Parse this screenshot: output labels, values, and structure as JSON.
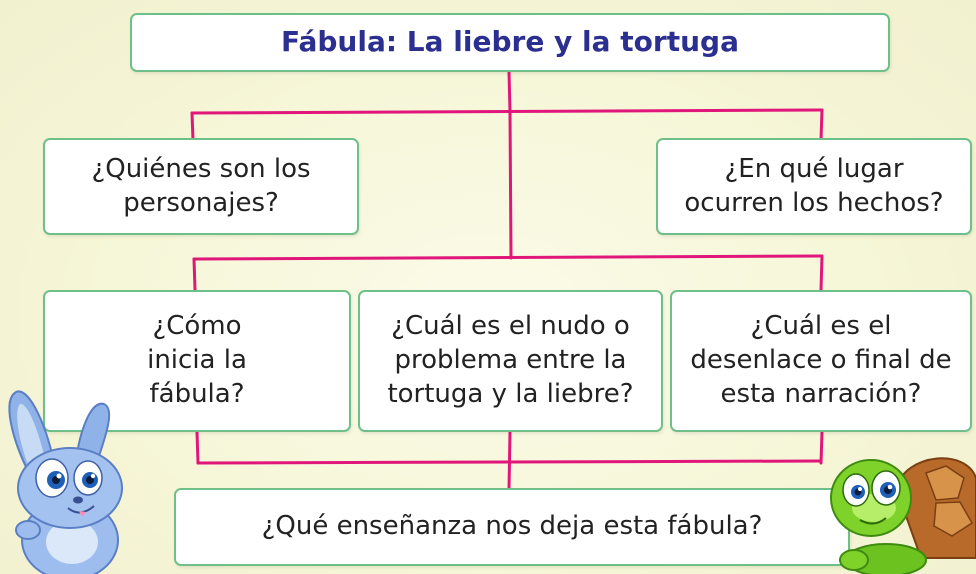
{
  "title": "Fábula: La liebre y la tortuga",
  "questions": {
    "personajes": "¿Quiénes son los personajes?",
    "lugar": "¿En qué lugar ocurren los hechos?",
    "inicio": "¿Cómo inicia la fábula?",
    "nudo": "¿Cuál es el nudo o problema entre la tortuga y la liebre?",
    "desenlace": "¿Cuál es el desenlace o final de esta narración?",
    "ensenanza": "¿Qué enseñanza nos deja esta fábula?"
  },
  "colors": {
    "connector": "#e0167a",
    "box_border": "#6fbf88",
    "title_text": "#2b2f8f"
  },
  "illustrations": [
    "rabbit-illustration",
    "turtle-illustration"
  ]
}
